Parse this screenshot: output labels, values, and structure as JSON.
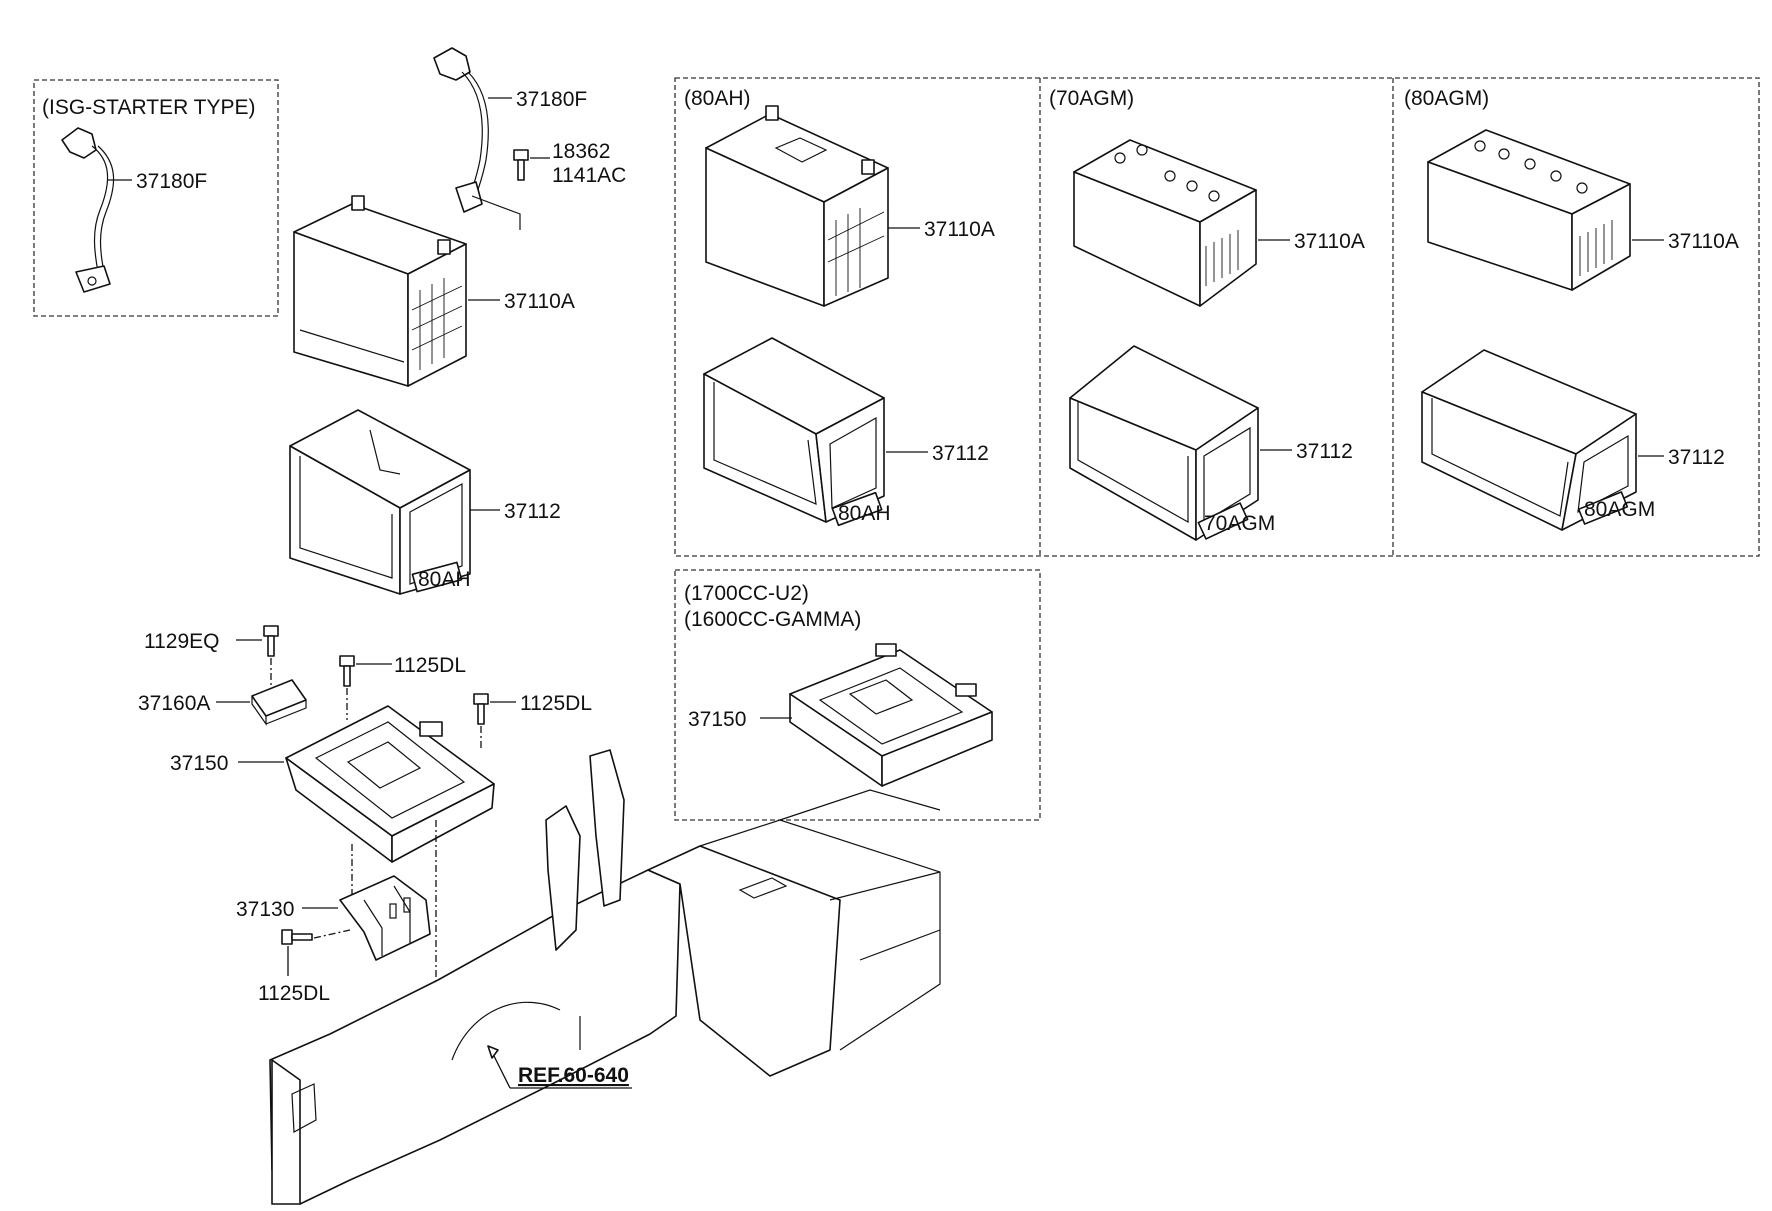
{
  "groups": {
    "isg": "(ISG-STARTER TYPE)",
    "ah80": "(80AH)",
    "agm70": "(70AGM)",
    "agm80": "(80AGM)",
    "engine_line1": "(1700CC-U2)",
    "engine_line2": "(1600CC-GAMMA)"
  },
  "parts": {
    "cable_isg": "37180F",
    "cable_main": "37180F",
    "bolt_a": "18362",
    "bolt_b": "1141AC",
    "battery_main": "37110A",
    "insulation_main": "37112",
    "battery_80ah": "37110A",
    "insulation_80ah": "37112",
    "battery_70agm": "37110A",
    "insulation_70agm": "37112",
    "battery_80agm": "37110A",
    "insulation_80agm": "37112",
    "bolt_1129": "1129EQ",
    "bolt_1125_a": "1125DL",
    "clamp": "37160A",
    "bolt_1125_b": "1125DL",
    "tray_main": "37150",
    "tray_alt": "37150",
    "bracket": "37130",
    "bolt_1125_c": "1125DL",
    "reference": "REF.60-640"
  },
  "stamps": {
    "ah80_main": "80AH",
    "ah80_alt": "80AH",
    "agm70": "70AGM",
    "agm80": "80AGM"
  }
}
